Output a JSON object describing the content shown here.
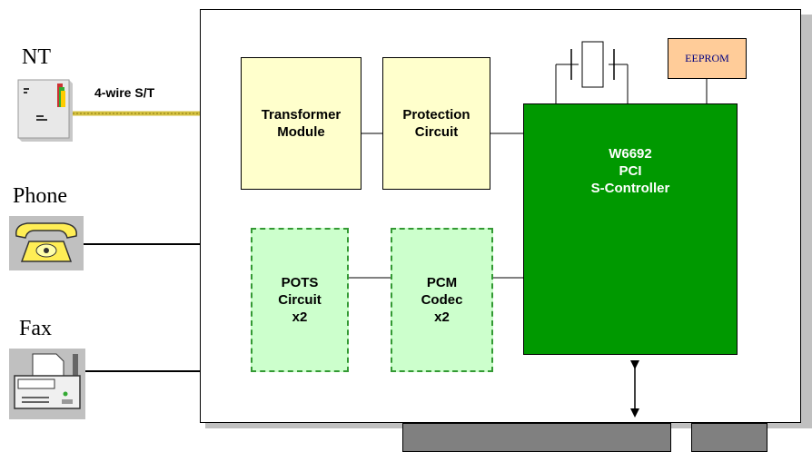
{
  "devices": {
    "nt": "NT",
    "phone": "Phone",
    "fax": "Fax"
  },
  "link_label": "4-wire S/T",
  "blocks": {
    "transformer": "Transformer\nModule",
    "protection": "Protection\nCircuit",
    "pots": "POTS\nCircuit\nx2",
    "pcm": "PCM\nCodec\nx2",
    "controller": "W6692\nPCI\nS-Controller",
    "eeprom": "EEPROM"
  },
  "colors": {
    "controller": "#009900",
    "yellow_block": "#ffffcc",
    "green_block": "#ccffcc",
    "eeprom": "#ffcc99",
    "link": "#d4c040",
    "connector": "#808080"
  },
  "icons": [
    "nt-device-icon",
    "telephone-icon",
    "fax-machine-icon",
    "crystal-oscillator-icon"
  ]
}
